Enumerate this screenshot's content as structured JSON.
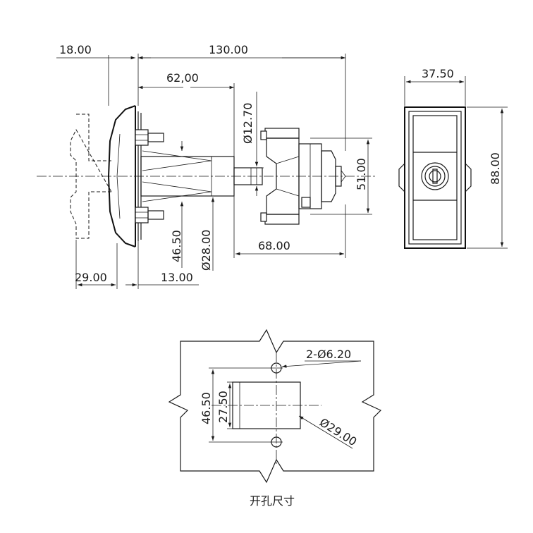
{
  "front_view": {
    "dim_18": "18.00",
    "dim_130": "130.00",
    "dim_62": "62,00",
    "dim_d12_7": "Ø12.70",
    "dim_51": "51.00",
    "dim_68": "68.00",
    "dim_46_5": "46.50",
    "dim_d28": "Ø28.00",
    "dim_29": "29.00",
    "dim_13": "13.00"
  },
  "side_view": {
    "dim_37_5": "37.50",
    "dim_88": "88.00"
  },
  "cutout": {
    "dim_holes": "2-Ø6.20",
    "dim_46_5": "46.50",
    "dim_27_5": "27.50",
    "dim_d29": "Ø29.00",
    "caption": "开孔尺寸"
  }
}
